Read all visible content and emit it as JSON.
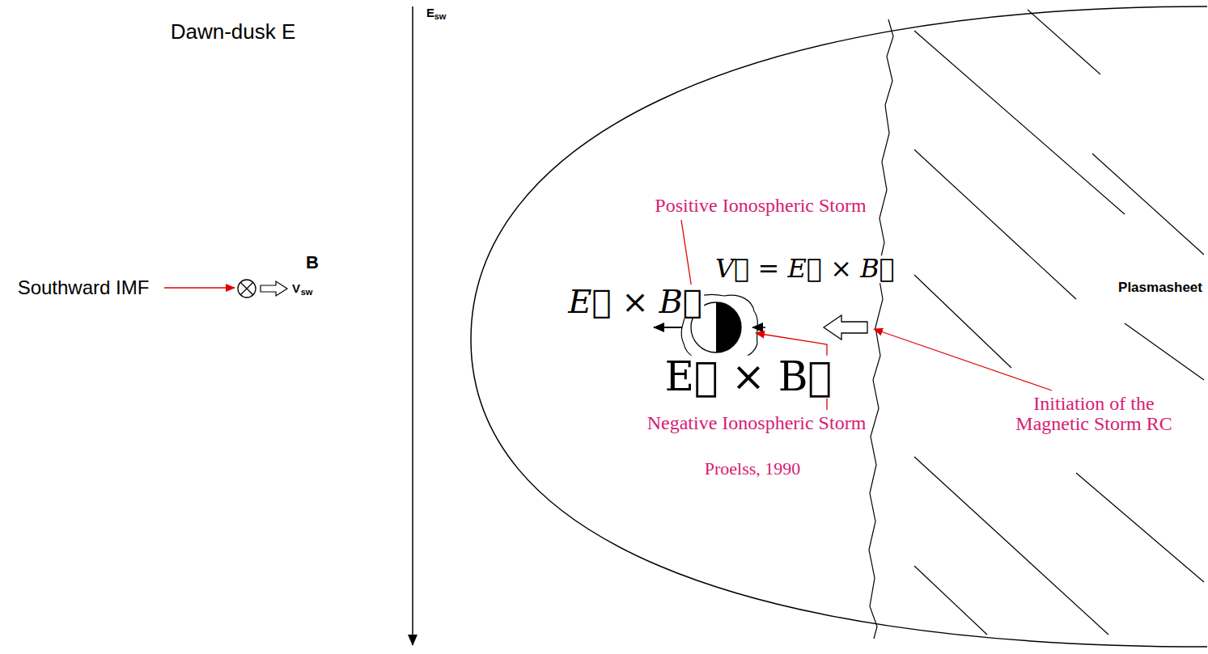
{
  "diagram": {
    "labels": [
      "Dawn-dusk E",
      "E",
      "sw",
      "B",
      "Southward IMF",
      "V",
      "sw",
      "Positive Ionospheric Storm",
      "V⃗ = E⃗ × B⃗",
      "E⃗ × B⃗",
      "Plasmasheet",
      "E⃗ × B⃗",
      "Initiation of the Magnetic Storm RC",
      "Negative Ionospheric Storm",
      "Proelss, 1990"
    ]
  }
}
